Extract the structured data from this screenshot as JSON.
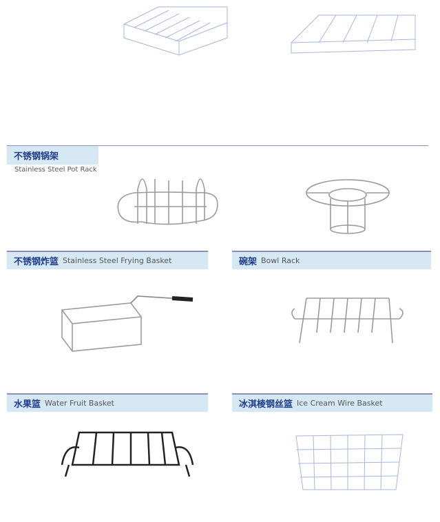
{
  "sections": [
    {
      "cn": "不锈钢锅架",
      "en": "Stainless Steel Pot Rack"
    },
    {
      "cn": "不锈钢炸篮",
      "en": "Stainless Steel Frying Basket"
    },
    {
      "cn": "碗架",
      "en": "Bowl Rack"
    },
    {
      "cn": "水果篮",
      "en": "Water Fruit Basket"
    },
    {
      "cn": "冰淇棱钢丝篮",
      "en": "Ice Cream Wire Basket"
    }
  ]
}
